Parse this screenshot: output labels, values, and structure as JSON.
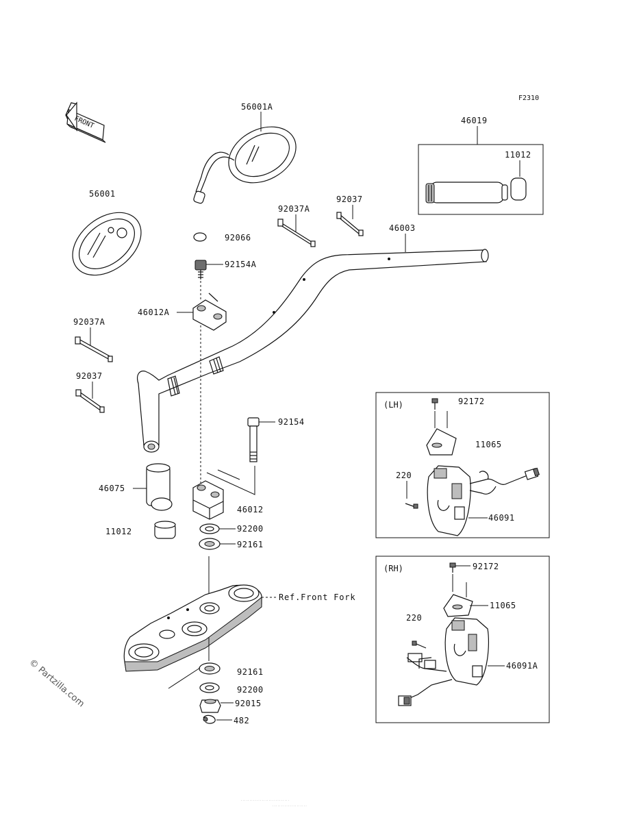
{
  "diagram_code": "F2310",
  "front_arrow_text": "FRONT",
  "parts": [
    {
      "id": "p56001A",
      "label": "56001A"
    },
    {
      "id": "p56001",
      "label": "56001"
    },
    {
      "id": "p46019",
      "label": "46019"
    },
    {
      "id": "p11012_top",
      "label": "11012"
    },
    {
      "id": "p92037A_top",
      "label": "92037A"
    },
    {
      "id": "p92037_top",
      "label": "92037"
    },
    {
      "id": "p46003",
      "label": "46003"
    },
    {
      "id": "p92066",
      "label": "92066"
    },
    {
      "id": "p92154A",
      "label": "92154A"
    },
    {
      "id": "p46012A",
      "label": "46012A"
    },
    {
      "id": "p92037A_left",
      "label": "92037A"
    },
    {
      "id": "p92037_left",
      "label": "92037"
    },
    {
      "id": "p92154",
      "label": "92154"
    },
    {
      "id": "p46012",
      "label": "46012"
    },
    {
      "id": "p46075",
      "label": "46075"
    },
    {
      "id": "p11012_bottom",
      "label": "11012"
    },
    {
      "id": "p92200_a",
      "label": "92200"
    },
    {
      "id": "p92161_a",
      "label": "92161"
    },
    {
      "id": "p92161_b",
      "label": "92161"
    },
    {
      "id": "p92200_b",
      "label": "92200"
    },
    {
      "id": "p92015",
      "label": "92015"
    },
    {
      "id": "p482",
      "label": "482"
    },
    {
      "id": "lh_92172",
      "label": "92172"
    },
    {
      "id": "lh_11065",
      "label": "11065"
    },
    {
      "id": "lh_220",
      "label": "220"
    },
    {
      "id": "lh_46091",
      "label": "46091"
    },
    {
      "id": "rh_92172",
      "label": "92172"
    },
    {
      "id": "rh_11065",
      "label": "11065"
    },
    {
      "id": "rh_220",
      "label": "220"
    },
    {
      "id": "rh_46091A",
      "label": "46091A"
    }
  ],
  "boxes": {
    "lh_title": "(LH)",
    "rh_title": "(RH)"
  },
  "reference_text": "Ref.Front Fork",
  "watermark": "© Partzilla.com",
  "footer_line_1": "· · · · · · · · · · · · · · · · · · · · · · · · · · · ·",
  "footer_line_2": "· · · · · · · · · · · · · · · · · · · ·"
}
